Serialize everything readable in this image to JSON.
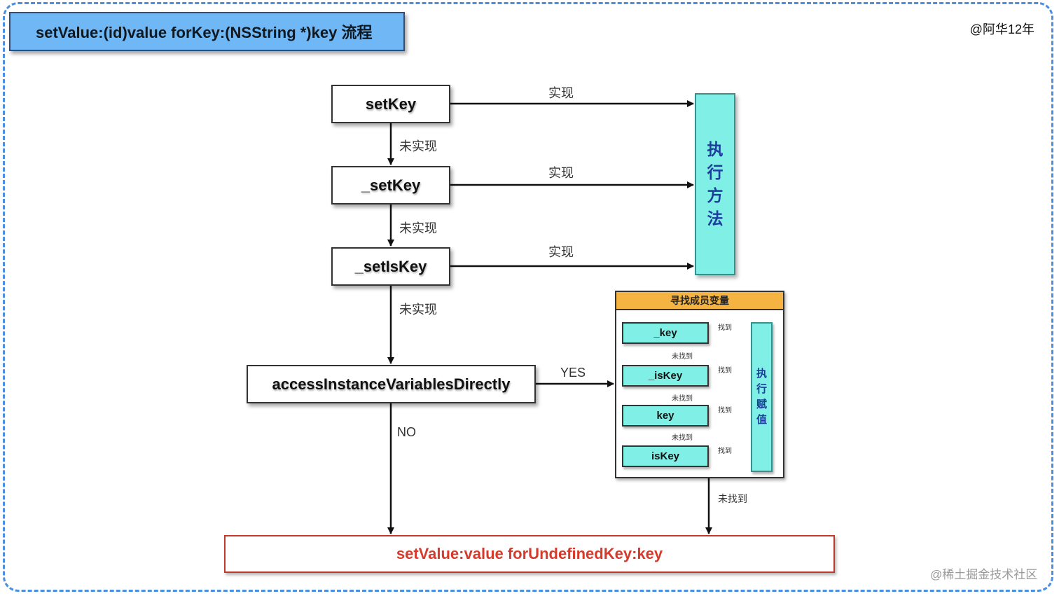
{
  "title": "setValue:(id)value forKey:(NSString *)key 流程",
  "author": "@阿华12年",
  "watermark": "@稀土掘金技术社区",
  "steps": {
    "set_key": "setKey",
    "underscore_set_key": "_setKey",
    "underscore_set_is_key": "_setIsKey",
    "access_check": "accessInstanceVariablesDirectly"
  },
  "exec_method": [
    "执",
    "行",
    "方",
    "法"
  ],
  "labels": {
    "implemented": "实现",
    "not_implemented": "未实现",
    "yes": "YES",
    "no": "NO",
    "found": "找到",
    "not_found": "未找到"
  },
  "member_search": {
    "title": "寻找成员变量",
    "vars": [
      "_key",
      "_isKey",
      "key",
      "isKey"
    ],
    "assign": [
      "执",
      "行",
      "赋",
      "值"
    ]
  },
  "undefined_key": "setValue:value forUndefinedKey:key",
  "colors": {
    "title_bg": "#6fb8f5",
    "exec_bg": "#80efe6",
    "group_head": "#f5b342",
    "undefined_text": "#d63a2a",
    "frame": "#4a8fe0"
  }
}
